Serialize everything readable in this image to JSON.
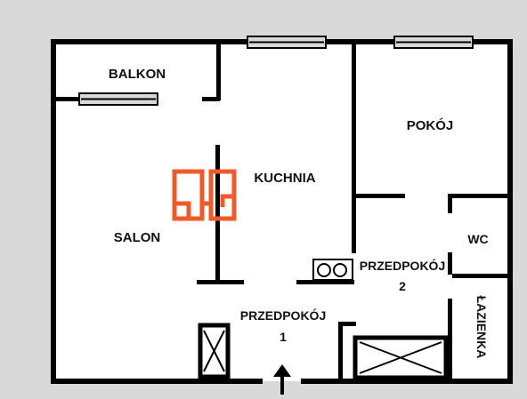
{
  "colors": {
    "background": "#d9d9d9",
    "floor": "#ffffff",
    "wall": "#000000",
    "marker": "#f05a28"
  },
  "rooms": {
    "balkon": "BALKON",
    "pokoj": "POKÓJ",
    "kuchnia": "KUCHNIA",
    "salon": "SALON",
    "wc": "WC",
    "przedpokoj2_line1": "PRZEDPOKÓJ",
    "przedpokoj2_line2": "2",
    "przedpokoj1_line1": "PRZEDPOKÓJ",
    "przedpokoj1_line2": "1",
    "lazienka": "ŁAZIENKA"
  },
  "icons": {
    "entrance": "arrow-up-icon",
    "marker": "apartment-location-marker-icon",
    "stove": "stove-icon",
    "wardrobe": "wardrobe-icon"
  }
}
